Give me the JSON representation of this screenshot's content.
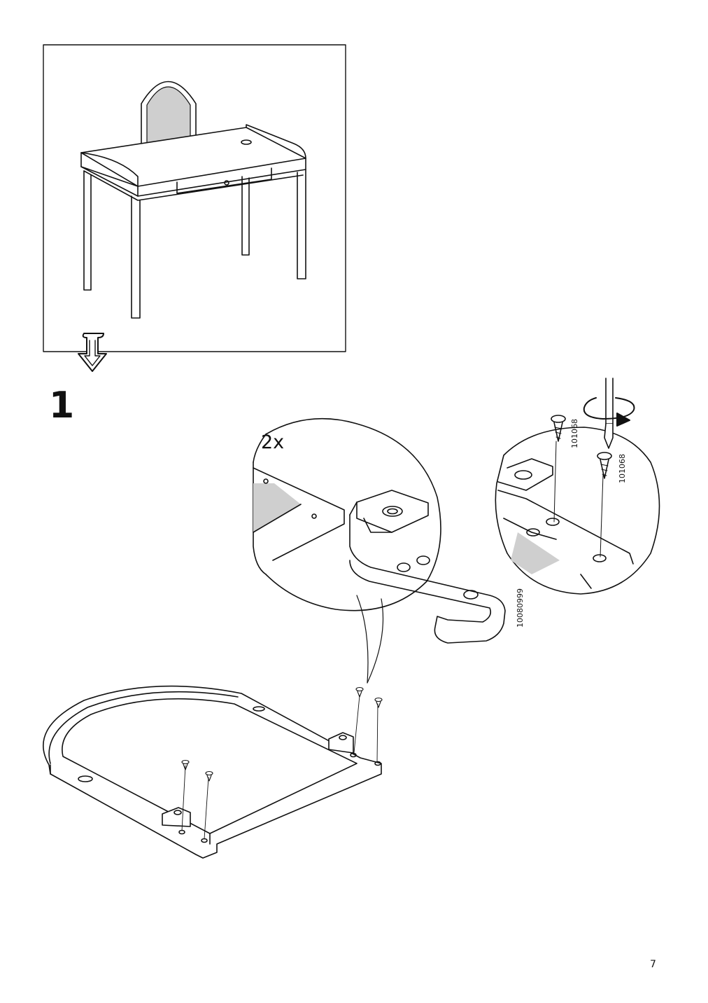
{
  "step": {
    "number": "1"
  },
  "detail": {
    "quantity": "2x",
    "bracket_part_number": "10080999"
  },
  "screws": {
    "part_number_a": "101068",
    "part_number_b": "101068"
  },
  "page": {
    "number": "7"
  },
  "icons": [
    "down-arrow-icon",
    "screwdriver-icon",
    "rotate-arrow-icon",
    "screw-icon"
  ]
}
